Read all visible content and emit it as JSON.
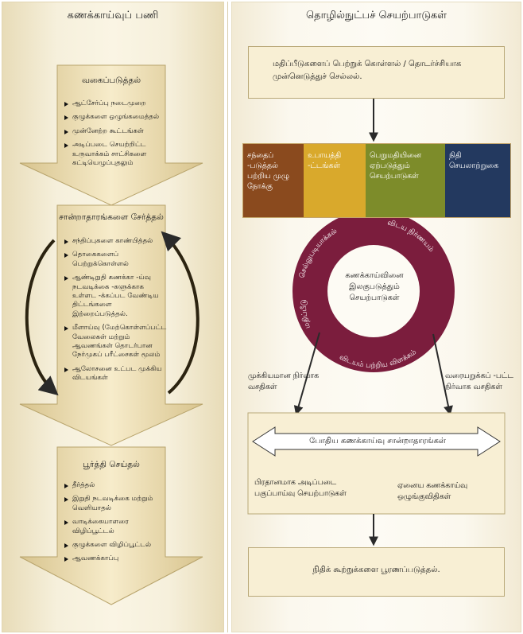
{
  "left": {
    "title": "கணக்காய்வுப் பணி",
    "stage1": {
      "heading": "வகைப்படுத்தல்",
      "items": [
        "ஆட்சேர்ப்பு நடைமுறை",
        "குழுக்களை ஒழுங்கமைத்தல்",
        "முன்னேற்ற கூட்டங்கள்",
        "அடிப்படை செயற்றிட்ட உருவாக்கம் சாட்சிகளை கட்டியெழுப்புதலும்"
      ]
    },
    "stage2": {
      "heading": "சான்றாதாரங்களை சேர்த்தல்",
      "items": [
        "சந்திப்புகளை காண்பித்தல்",
        "தொகைகளைப் பெற்றுக்கொள்ளல்",
        "ஆண்டிறுதி கணக்கா -ய்வு நடவடிக்கை -களுக்காக உள்ளட -க்கப்பட வேண்டிய திட்டங்களை இற்றைப்படுத்தல்.",
        "மீளாய்வு (மேற்கொள்ளப்பட்ட வேலைகள் மற்றும் ஆவணங்கள் தொடர்பான நேர்முகப் பரீட்சைகள் மூலம்",
        "ஆலோசனை உட்பட முக்கிய விடயங்கள்"
      ]
    },
    "stage3": {
      "heading": "பூர்த்தி செய்தல்",
      "items": [
        "தீர்த்தல்",
        "இறுதி நடவடிக்கை மற்றும் வெளியாதல்",
        "வாடிக்கையாளரை விழிப்பூட்டல்",
        "குழுக்களை விழிப்பூட்டல்",
        "ஆவணக்காப்பு"
      ]
    }
  },
  "right": {
    "title": "தொழில்நுட்பச் செயற்பாடுகள்",
    "top_box": "மதிப்பீடுகளைப் பெற்றுக் கொள்ளல் / தொடர்ச்சியாக முன்னெடுத்துச் செல்லல்.",
    "categories": [
      {
        "label": "சந்தைப் -படுத்தல் பற்றிய முழு நோக்கு",
        "color": "#8a4a1e"
      },
      {
        "label": "உபாயத்தி -ட்டங்கள்",
        "color": "#d9a92c"
      },
      {
        "label": "பெறுமதியினை ஏற்படுத்தும் செயற்பாடுகள்",
        "color": "#7d8c2a"
      },
      {
        "label": "நிதி செயலாற்றுகை",
        "color": "#23395f"
      }
    ],
    "ring": {
      "center": "கணக்காய்வினை இலகுபடுத்தும் செயற்பாடுகள்",
      "labels": [
        "செல்லுபடியாக்கல்",
        "விடய நிர்ணயம்",
        "மதிப்பீடு",
        "விடயம் பற்றிய விளக்கம்"
      ],
      "color": "#7b1d3d"
    },
    "left_branch": "முக்கியமான நிர்வாக வசதிகள்",
    "right_branch": "வரையறுக்கப் -பட்ட நிர்வாக வசதிகள்",
    "evidence": "போதிய கணக்காய்வு சான்றாதாரங்கள்",
    "left_sub": "பிரதானமாக அடிப்படை பகுப்பாய்வு செயற்பாடுகள்",
    "right_sub": "ஏனைய கணக்காய்வு ஒழுங்குவிதிகள்",
    "final_box": "நிதிக் கூற்றுக்களை பூரணப்படுத்தல்."
  }
}
